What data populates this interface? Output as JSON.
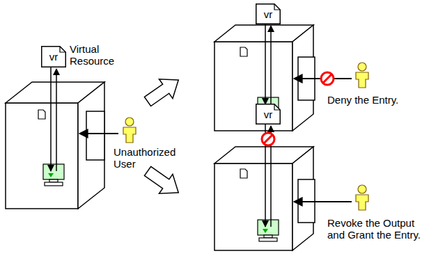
{
  "diagram": {
    "nodes": [
      {
        "text": [
          "vr"
        ]
      },
      {
        "text": [
          "vr"
        ]
      },
      {
        "text": [
          "vr"
        ]
      }
    ],
    "labels": [
      "Virtual Resource",
      "Unauthorized User",
      "Deny the Entry.",
      "Revoke the Output and Grant the Entry."
    ]
  }
}
